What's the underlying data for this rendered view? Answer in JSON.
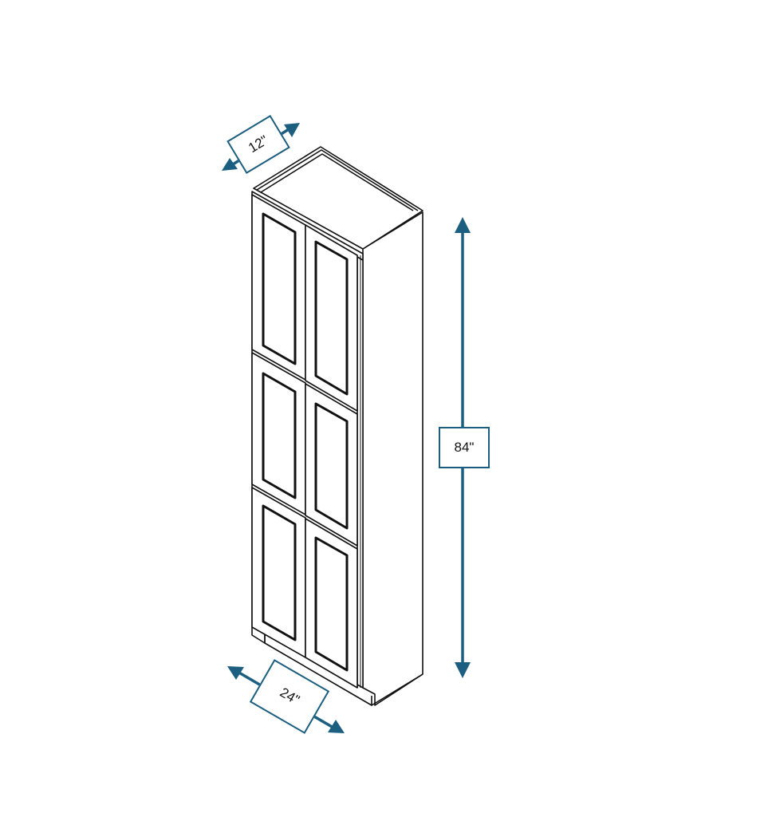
{
  "diagram": {
    "subject": "Tall pantry cabinet with six shaker-style doors",
    "accent_color": "#1b5e80",
    "line_color": "#111111",
    "doors": {
      "columns": 2,
      "rows": 3,
      "count": 6
    },
    "dimensions": {
      "depth": {
        "label": "12\"",
        "axis": "depth"
      },
      "width": {
        "label": "24\"",
        "axis": "width"
      },
      "height": {
        "label": "84\"",
        "axis": "height"
      }
    }
  }
}
